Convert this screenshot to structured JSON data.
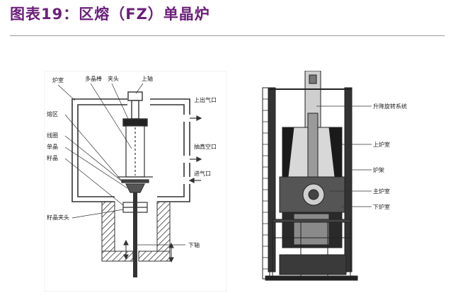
{
  "title": "图表19：区熔（FZ）单晶炉",
  "diagram_left": {
    "labels": {
      "furnace_chamber": "炉室",
      "poly_rod": "多晶棒",
      "chuck": "夹头",
      "upper_shaft": "上轴",
      "melt_zone": "熔区",
      "coil": "线圈",
      "single_crystal": "单晶",
      "seed": "籽晶",
      "upper_outlet": "上出气口",
      "vacuum_port": "抽真空口",
      "gas_inlet": "进气口",
      "seed_chuck": "籽晶夹头",
      "lower_shaft": "下轴"
    }
  },
  "diagram_right": {
    "labels": {
      "lift_rotate": "升降旋转系统",
      "upper_chamber": "上炉室",
      "furnace_frame": "炉架",
      "main_chamber": "主炉室",
      "lower_chamber": "下炉室"
    }
  },
  "colors": {
    "title": "#6b1f7a",
    "line": "#333333"
  }
}
